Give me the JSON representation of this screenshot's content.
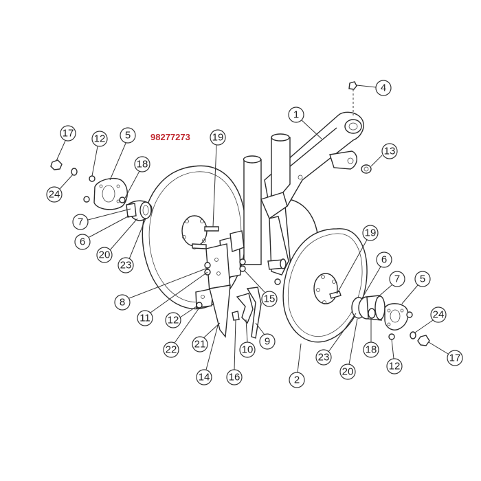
{
  "part_number": "98277273",
  "callouts": [
    {
      "label": "1"
    },
    {
      "label": "2"
    },
    {
      "label": "4"
    },
    {
      "label": "5"
    },
    {
      "label": "5"
    },
    {
      "label": "6"
    },
    {
      "label": "6"
    },
    {
      "label": "7"
    },
    {
      "label": "7"
    },
    {
      "label": "8"
    },
    {
      "label": "9"
    },
    {
      "label": "10"
    },
    {
      "label": "11"
    },
    {
      "label": "12"
    },
    {
      "label": "12"
    },
    {
      "label": "12"
    },
    {
      "label": "13"
    },
    {
      "label": "14"
    },
    {
      "label": "15"
    },
    {
      "label": "16"
    },
    {
      "label": "17"
    },
    {
      "label": "17"
    },
    {
      "label": "18"
    },
    {
      "label": "18"
    },
    {
      "label": "19"
    },
    {
      "label": "19"
    },
    {
      "label": "20"
    },
    {
      "label": "20"
    },
    {
      "label": "21"
    },
    {
      "label": "22"
    },
    {
      "label": "23"
    },
    {
      "label": "23"
    },
    {
      "label": "24"
    },
    {
      "label": "24"
    }
  ]
}
